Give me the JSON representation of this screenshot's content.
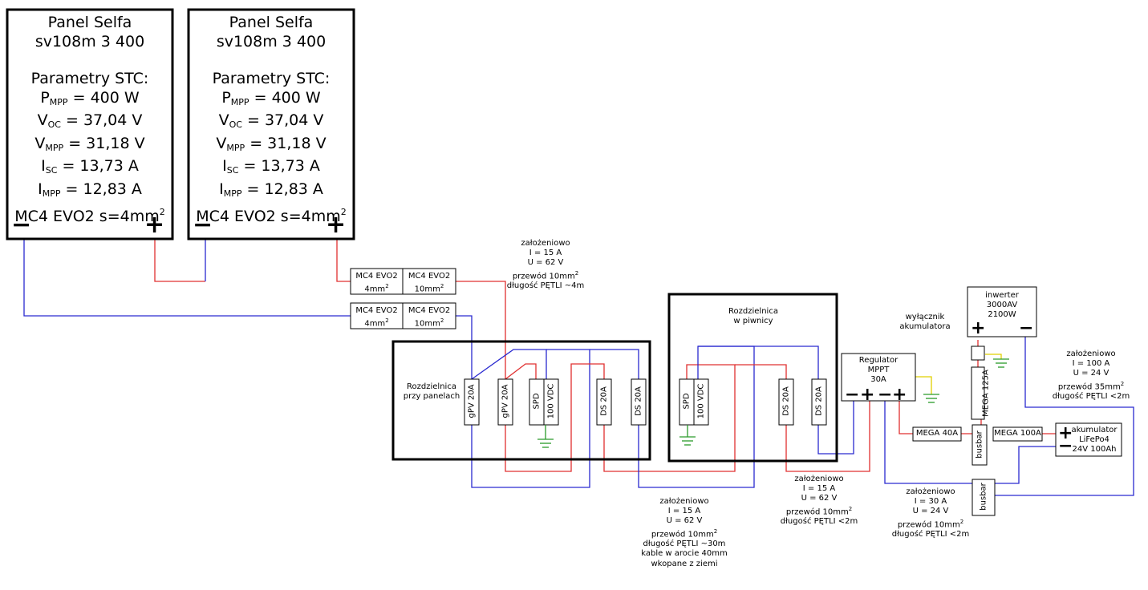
{
  "panels": [
    {
      "title1": "Panel Selfa",
      "title2": "sv108m 3 400",
      "params_header": "Parametry STC:",
      "pmpp": "= 400 W",
      "voc": "= 37,04 V",
      "vmpp": "= 31,18 V",
      "isc": "= 13,73 A",
      "impp": "= 12,83 A",
      "connector": "MC4 EVO2 s=4mm"
    },
    {
      "title1": "Panel Selfa",
      "title2": "sv108m 3 400",
      "params_header": "Parametry STC:",
      "pmpp": "= 400 W",
      "voc": "= 37,04 V",
      "vmpp": "= 31,18 V",
      "isc": "= 13,73 A",
      "impp": "= 12,83 A",
      "connector": "MC4 EVO2 s=4mm"
    }
  ],
  "symbols": {
    "P": "P",
    "V": "V",
    "I": "I",
    "sub_mpp": "MPP",
    "sub_oc": "OC",
    "sub_sc": "SC",
    "sup2": "2",
    "minus": "−",
    "plus": "+"
  },
  "connectors": {
    "top_left": "MC4 EVO2",
    "top_left_2": "4mm",
    "top_right": "MC4 EVO2",
    "top_right_2": "10mm",
    "bot_left": "MC4 EVO2",
    "bot_left_2": "4mm",
    "bot_right": "MC4 EVO2",
    "bot_right_2": "10mm"
  },
  "notes": {
    "n1": [
      "założeniowo",
      "I = 15 A",
      "U = 62 V",
      "przewód 10mm",
      "długość PĘTLI ~4m"
    ],
    "n2": [
      "założeniowo",
      "I = 15 A",
      "U = 62 V",
      "przewód 10mm",
      "długość PĘTLI ~30m",
      "kable w arocie 40mm",
      "wkopane z ziemi"
    ],
    "n3": [
      "założeniowo",
      "I = 15 A",
      "U = 62 V",
      "przewód 10mm",
      "długość PĘTLI <2m"
    ],
    "n4": [
      "założeniowo",
      "I = 30 A",
      "U = 24 V",
      "przewód 10mm",
      "długość PĘTLI <2m"
    ],
    "n5": [
      "założeniowo",
      "I = 100 A",
      "U = 24 V",
      "przewód 35mm",
      "długość PĘTLI <2m"
    ]
  },
  "switchboard1": {
    "title1": "Rozdzielnica",
    "title2": "przy panelach",
    "devices": [
      "gPV 20A",
      "gPV 20A",
      "SPD",
      "100 VDC",
      "DS 20A",
      "DS 20A"
    ]
  },
  "switchboard2": {
    "title1": "Rozdzielnica",
    "title2": "w piwnicy",
    "devices": [
      "SPD",
      "100 VDC",
      "DS 20A",
      "DS 20A"
    ]
  },
  "regulator": {
    "l1": "Regulator",
    "l2": "MPPT",
    "l3": "30A"
  },
  "inverter": {
    "l1": "inwerter",
    "l2": "3000AV",
    "l3": "2100W"
  },
  "battery_switch": {
    "l1": "wyłącznik",
    "l2": "akumulatora"
  },
  "fuses": {
    "mega125": "MEGA 125A",
    "mega40": "MEGA 40A",
    "mega100": "MEGA 100A"
  },
  "busbar": "busbar",
  "battery": {
    "l1": "akumulator",
    "l2": "LiFePo4",
    "l3": "24V 100Ah"
  },
  "colors": {
    "positive": "#e03030",
    "negative": "#2a2ad0",
    "ground": "#2a9a2a",
    "ground2": "#e0d000"
  }
}
